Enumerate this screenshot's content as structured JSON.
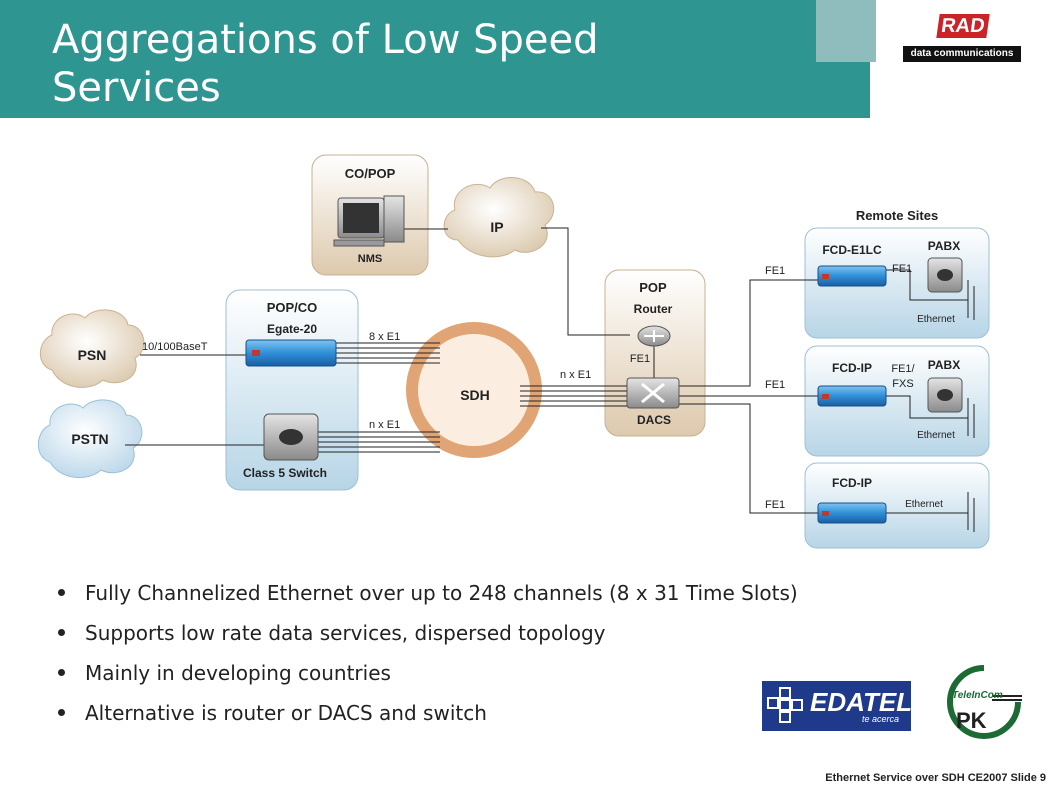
{
  "title": {
    "line1": "Aggregations of Low Speed",
    "line2": "Services"
  },
  "logo": {
    "brand": "RAD",
    "subtitle": "data communications"
  },
  "diagram": {
    "co_pop": {
      "title": "CO/POP",
      "nms": "NMS"
    },
    "ip_cloud": "IP",
    "psn_cloud": "PSN",
    "pstn_cloud": "PSTN",
    "link_10_100": "10/100BaseT",
    "pop_co": {
      "title": "POP/CO",
      "device": "Egate-20",
      "switch": "Class 5 Switch"
    },
    "link_8xe1": "8 x E1",
    "link_nxe1_left": "n x E1",
    "sdh": "SDH",
    "link_nxe1_right": "n x E1",
    "pop": {
      "title": "POP",
      "router": "Router",
      "fe1": "FE1",
      "dacs": "DACS"
    },
    "fe1_links": [
      "FE1",
      "FE1",
      "FE1"
    ],
    "remote_sites": {
      "title": "Remote  Sites",
      "site1": {
        "device": "FCD-E1LC",
        "pabx": "PABX",
        "fe1": "FE1",
        "ethernet": "Ethernet"
      },
      "site2": {
        "device": "FCD-IP",
        "pabx": "PABX",
        "fe1_line1": "FE1/",
        "fe1_line2": "FXS",
        "ethernet": "Ethernet"
      },
      "site3": {
        "device": "FCD-IP",
        "ethernet": "Ethernet"
      }
    }
  },
  "bullets": [
    "Fully Channelized Ethernet over up to 248 channels (8 x 31 Time Slots)",
    "Supports low rate data services, dispersed topology",
    "Mainly in developing countries",
    "Alternative is router or DACS and switch"
  ],
  "partner_logos": {
    "edatel": "EDATEL",
    "edatel_tagline": "te acerca",
    "teleincom": "TeleInCom",
    "teleincom_short": "PK"
  },
  "footer": "Ethernet Service over SDH  CE2007 Slide 9"
}
